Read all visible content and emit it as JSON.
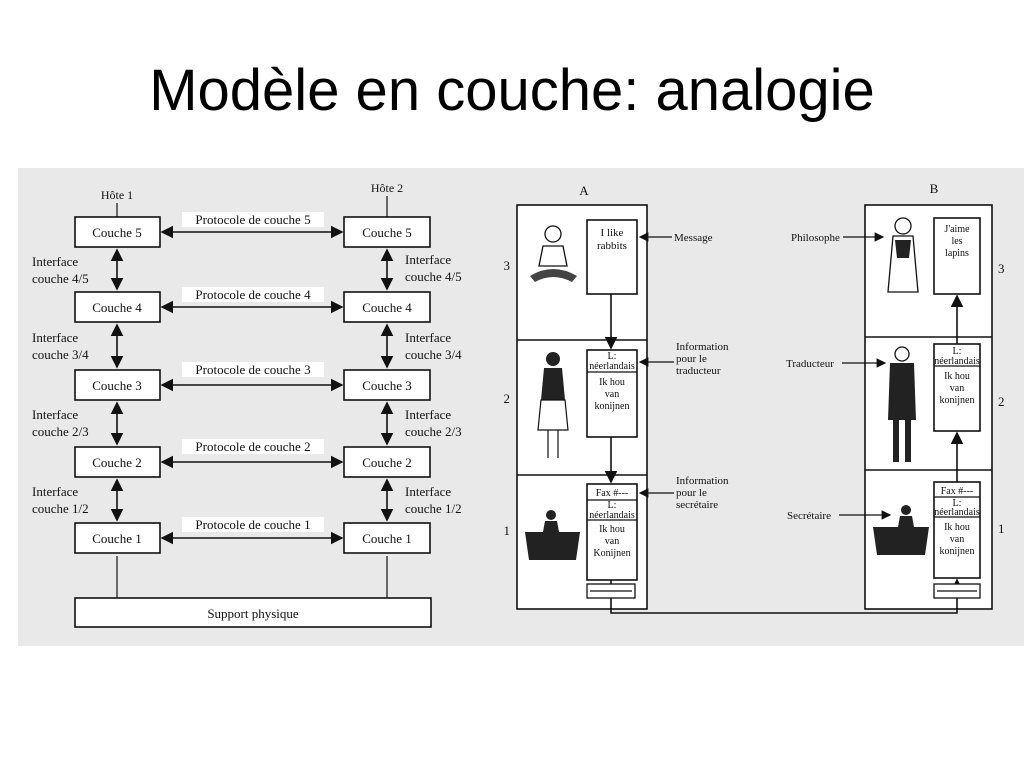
{
  "title": "Modèle en couche: analogie",
  "left": {
    "host1": "Hôte 1",
    "host2": "Hôte 2",
    "couches": [
      "Couche 5",
      "Couche 4",
      "Couche 3",
      "Couche 2",
      "Couche 1"
    ],
    "protocoles": [
      "Protocole de couche 5",
      "Protocole de couche 4",
      "Protocole de couche 3",
      "Protocole de couche 2",
      "Protocole de couche 1"
    ],
    "interfaces": [
      {
        "l1": "Interface",
        "l2": "couche 4/5"
      },
      {
        "l1": "Interface",
        "l2": "couche 3/4"
      },
      {
        "l1": "Interface",
        "l2": "couche 2/3"
      },
      {
        "l1": "Interface",
        "l2": "couche 1/2"
      }
    ],
    "support": "Support physique"
  },
  "right": {
    "label_a": "A",
    "label_b": "B",
    "layer_numbers": [
      "3",
      "2",
      "1"
    ],
    "a_notes": {
      "rabbits": [
        "I like",
        "rabbits"
      ],
      "nl": [
        "L:",
        "néerlandais",
        "Ik hou",
        "van",
        "konijnen"
      ],
      "fax": [
        "Fax #---",
        "L:",
        "néerlandais",
        "Ik hou",
        "van",
        "Konijnen"
      ]
    },
    "b_notes": {
      "lapins": [
        "J'aime",
        "les",
        "lapins"
      ],
      "nl": [
        "L:",
        "néerlandais",
        "Ik hou",
        "van",
        "konijnen"
      ],
      "fax": [
        "Fax #---",
        "L:",
        "néerlandais",
        "Ik hou",
        "van",
        "konijnen"
      ]
    },
    "center_labels": {
      "message": "Message",
      "info_trad": [
        "Information",
        "pour le",
        "traducteur"
      ],
      "info_sec": [
        "Information",
        "pour le",
        "secrétaire"
      ]
    },
    "b_roles": {
      "philosophe": "Philosophe",
      "traducteur": "Traducteur",
      "secretaire": "Secrétaire"
    }
  }
}
